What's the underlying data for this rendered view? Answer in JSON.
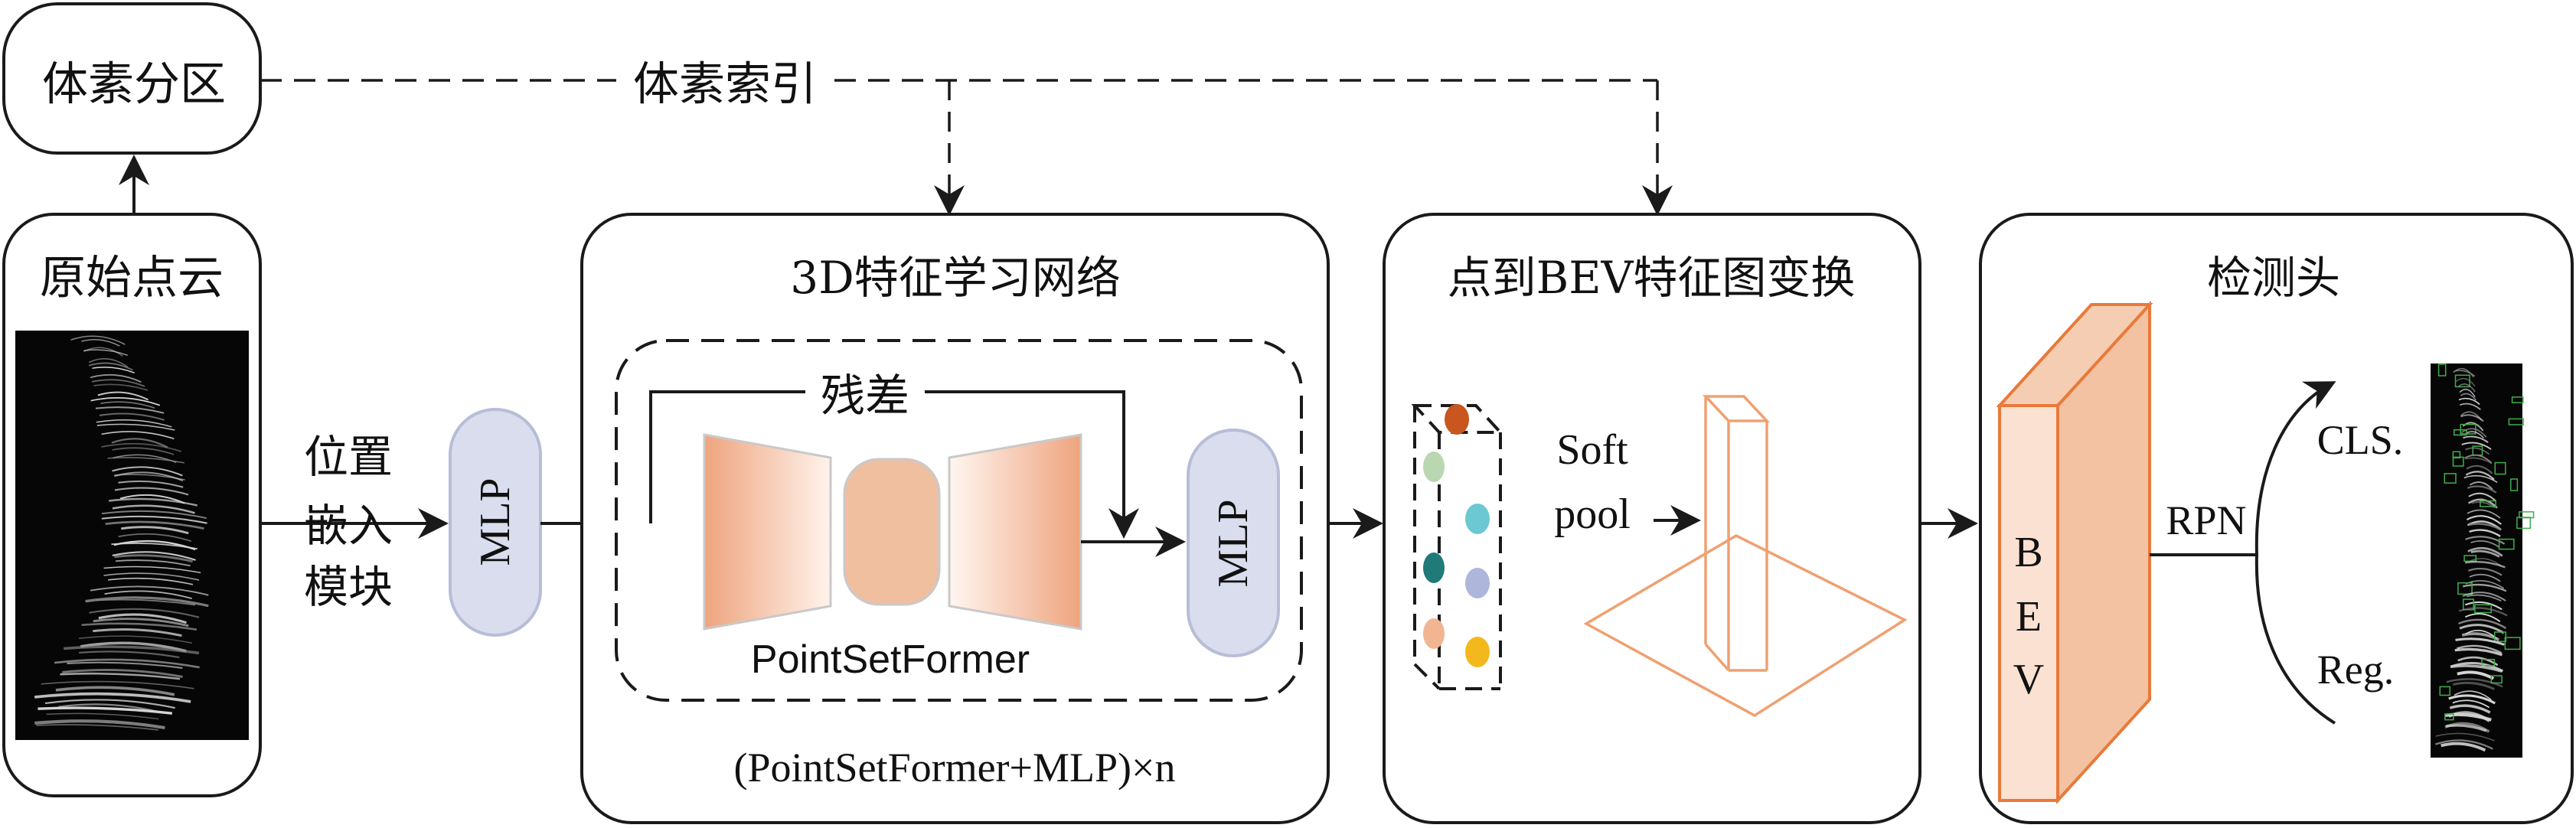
{
  "voxel_partition": "体素分区",
  "voxel_index": "体素索引",
  "raw_point_cloud": "原始点云",
  "pos_embed": [
    "位置",
    "嵌入",
    "模块"
  ],
  "mlp_left": "MLP",
  "feature_network": {
    "title": "3D特征学习网络",
    "residual": "残差",
    "backbone": "PointSetFormer",
    "mlp": "MLP",
    "repeat": "(PointSetFormer+MLP)×n"
  },
  "bev_transform": {
    "title": "点到BEV特征图变换",
    "soft_pool": [
      "Soft",
      "pool"
    ]
  },
  "detection_head": {
    "title": "检测头",
    "bev_letters": [
      "B",
      "E",
      "V"
    ],
    "rpn": "RPN",
    "cls": "CLS.",
    "reg": "Reg."
  },
  "colors": {
    "line": "#1a1a1a",
    "mlp_fill": "#d9ddee",
    "peach": "#f0bfa0",
    "peach_dark": "#e87a3a",
    "bev_front": "#fbe1d2",
    "bev_side": "#f2c2a2",
    "dot_orange": "#c8561e",
    "dot_green": "#b9d7b0",
    "dot_cyan": "#6cc8d2",
    "dot_teal": "#1f7a78",
    "dot_lavender": "#aeb6dc",
    "dot_peach": "#f2b592",
    "dot_yellow": "#f2b81c"
  }
}
